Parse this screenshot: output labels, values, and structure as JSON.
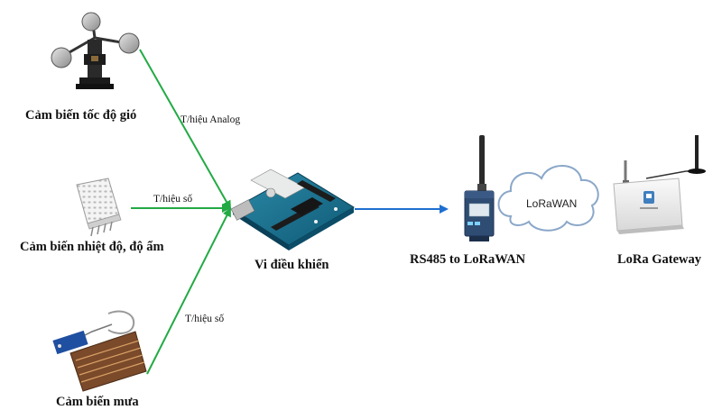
{
  "nodes": {
    "wind_sensor": {
      "label": "Cảm biến tốc độ gió"
    },
    "temp_humidity_sensor": {
      "label": "Cảm biến nhiệt độ, độ ẩm"
    },
    "rain_sensor": {
      "label": "Cảm biến mưa"
    },
    "microcontroller": {
      "label": "Vi điều khiển"
    },
    "rs485_converter": {
      "label": "RS485 to LoRaWAN"
    },
    "cloud": {
      "label": "LoRaWAN"
    },
    "gateway": {
      "label": "LoRa Gateway"
    }
  },
  "edges": {
    "wind": {
      "label": "T/hiệu Analog",
      "color": "#22aa44"
    },
    "temp": {
      "label": "T/hiệu số",
      "color": "#22aa44"
    },
    "rain": {
      "label": "T/hiệu số",
      "color": "#22aa44"
    },
    "mcu_to_rs485": {
      "color": "#1e6fd0"
    }
  }
}
